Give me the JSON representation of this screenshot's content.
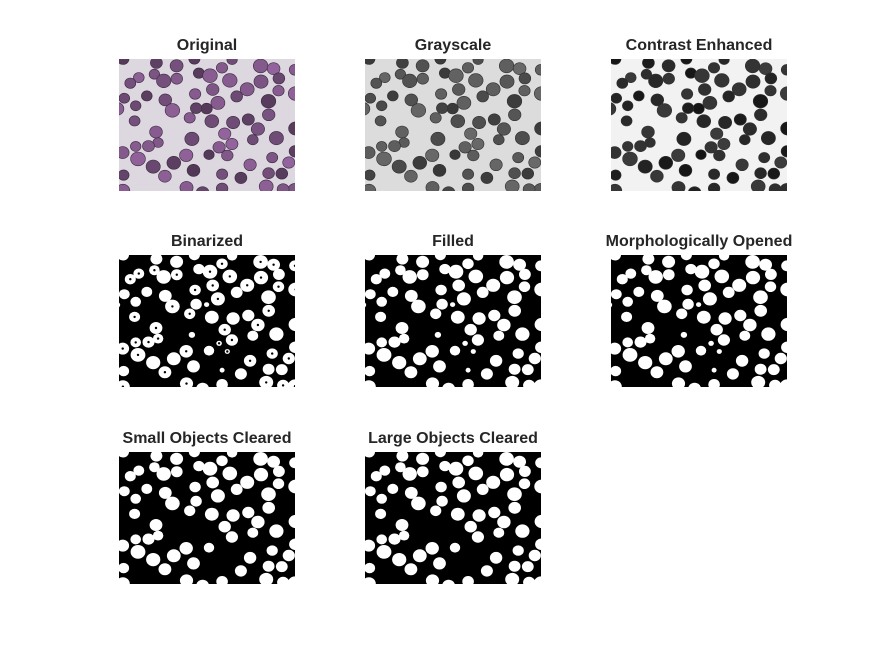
{
  "figure": {
    "panels": [
      {
        "title": "Original",
        "style": "original"
      },
      {
        "title": "Grayscale",
        "style": "grayscale"
      },
      {
        "title": "Contrast Enhanced",
        "style": "contrast"
      },
      {
        "title": "Binarized",
        "style": "binarized"
      },
      {
        "title": "Filled",
        "style": "filled"
      },
      {
        "title": "Morphologically Opened",
        "style": "opened"
      },
      {
        "title": "Small Objects Cleared",
        "style": "small-cleared"
      },
      {
        "title": "Large Objects Cleared",
        "style": "large-cleared"
      }
    ]
  }
}
